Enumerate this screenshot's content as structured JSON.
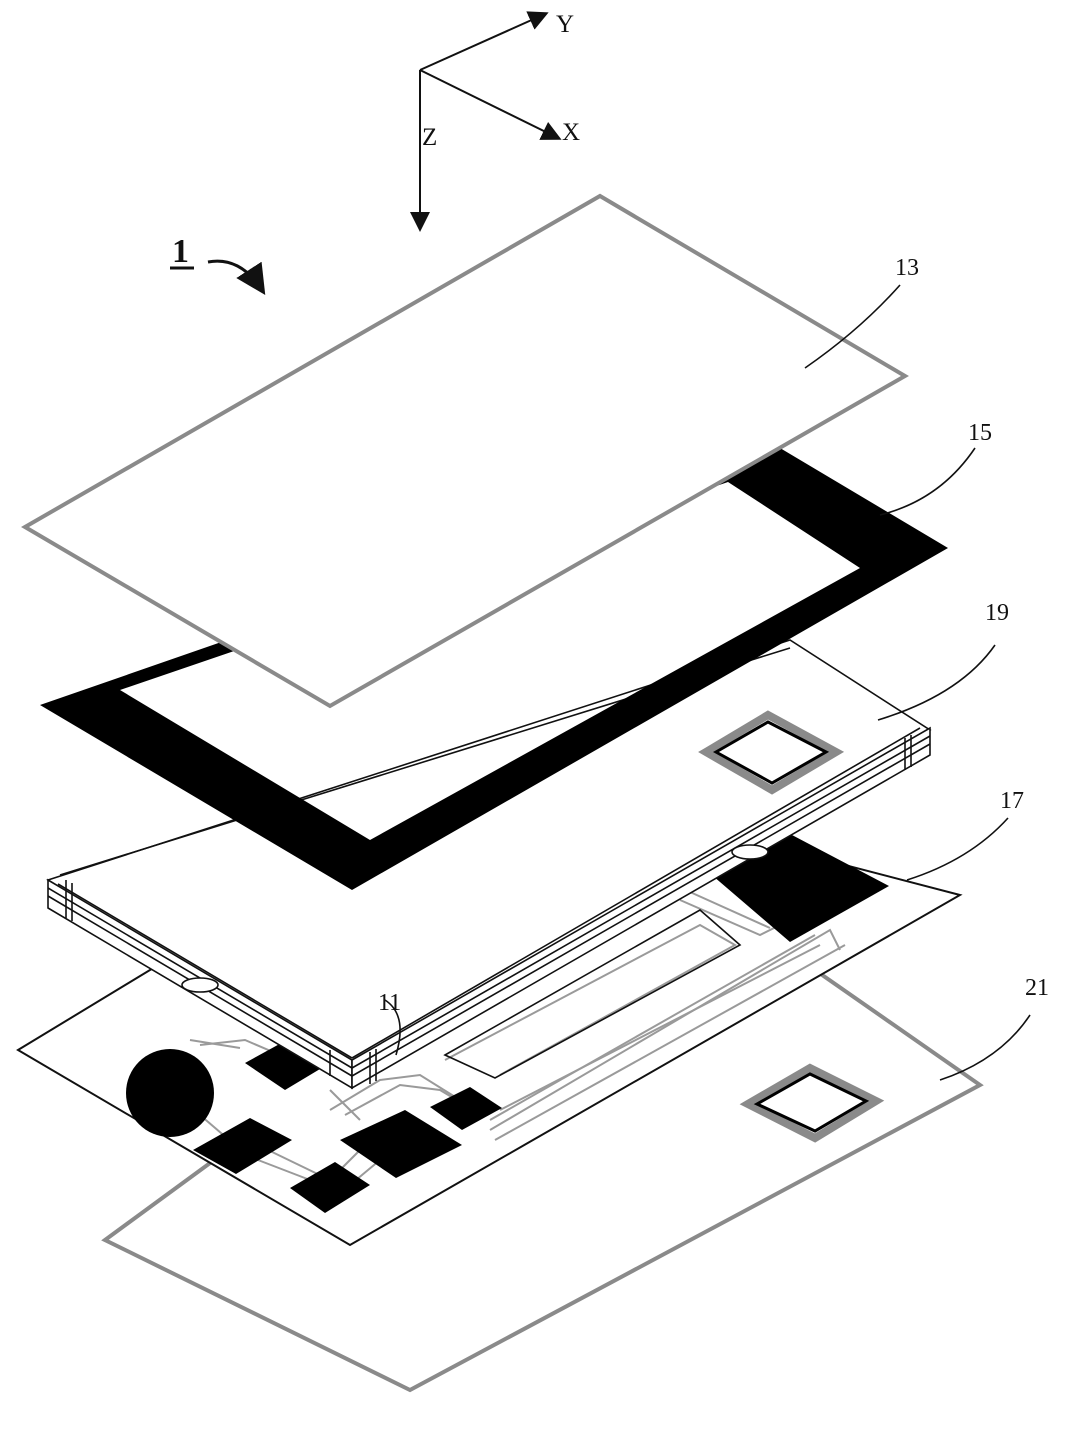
{
  "figure": {
    "number": "1",
    "axes": {
      "x": "X",
      "y": "Y",
      "z": "Z"
    },
    "callouts": [
      "13",
      "15",
      "19",
      "17",
      "11",
      "21"
    ],
    "colors": {
      "outline": "#8a8a8a",
      "ink": "#111111",
      "fill": "#000000"
    }
  }
}
